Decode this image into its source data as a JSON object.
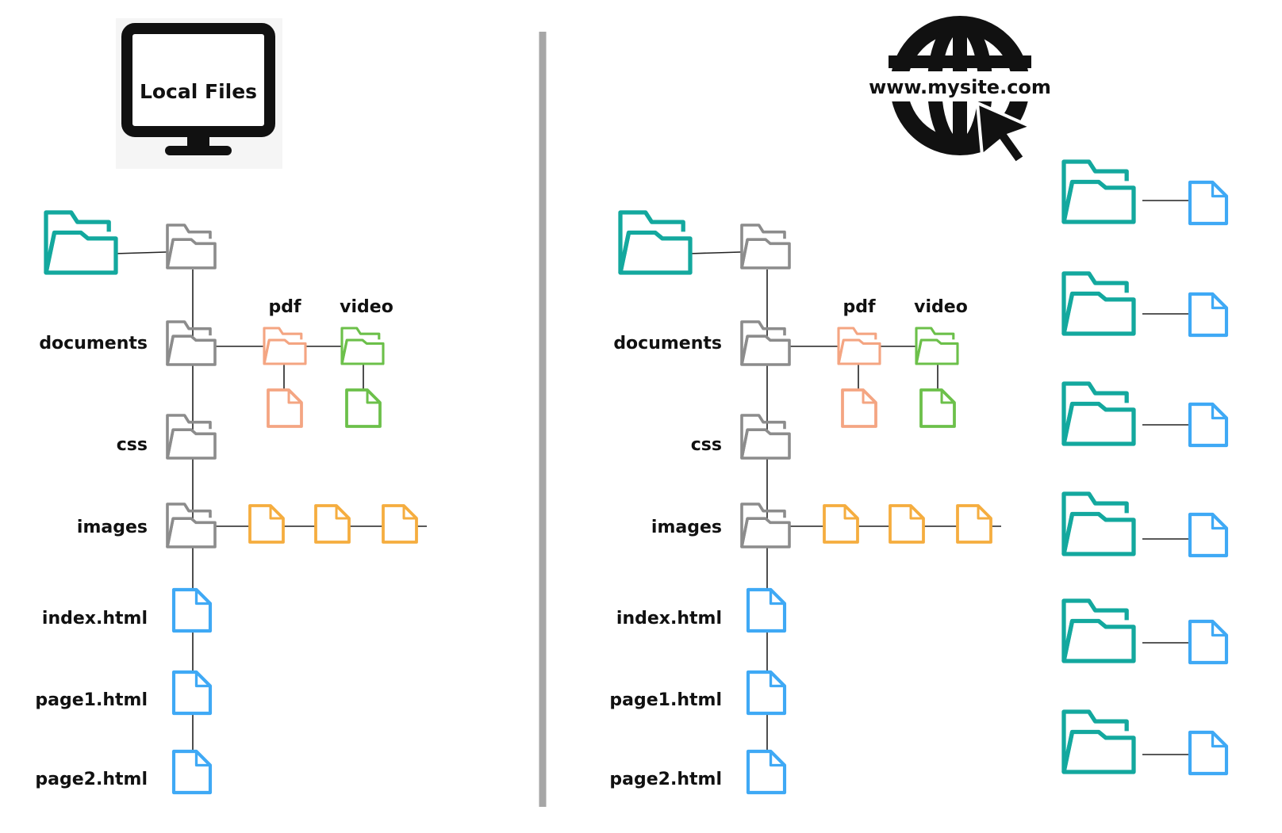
{
  "local": {
    "title": "Local Files",
    "labels": {
      "documents": "documents",
      "css": "css",
      "images": "images",
      "index": "index.html",
      "page1": "page1.html",
      "page2": "page2.html",
      "pdf": "pdf",
      "video": "video"
    }
  },
  "remote": {
    "url": "www.mysite.com",
    "labels": {
      "documents": "documents",
      "css": "css",
      "images": "images",
      "index": "index.html",
      "page1": "page1.html",
      "page2": "page2.html",
      "pdf": "pdf",
      "video": "video"
    },
    "site_count": 6
  },
  "colors": {
    "root_folder": "#13a89e",
    "subfolder": "#8c8c8c",
    "pdf": "#f4a582",
    "video": "#6cc04a",
    "images": "#f5ad3f",
    "html": "#3fa9f5",
    "divider": "#a6a6a6",
    "icon": "#111111"
  },
  "icons": {
    "monitor": "monitor-icon",
    "globe": "globe-icon",
    "cursor": "cursor-icon",
    "folder": "folder-icon",
    "file": "file-icon"
  }
}
